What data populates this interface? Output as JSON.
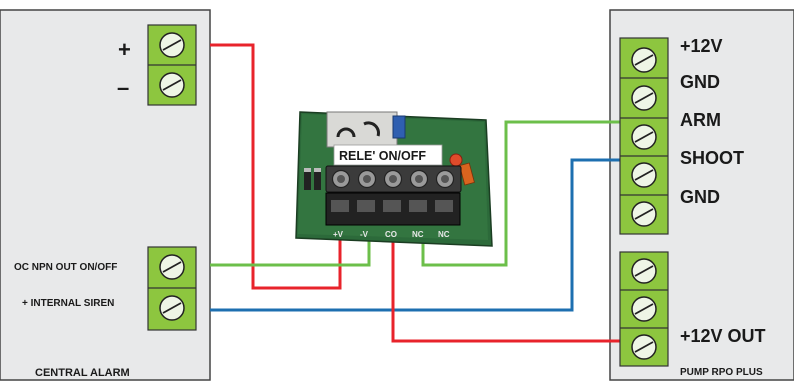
{
  "central_alarm": {
    "title": "CENTRAL ALARM",
    "terminals": [
      "+",
      "–"
    ],
    "outputs": [
      "OC NPN OUT ON/OFF",
      "+ INTERNAL SIREN"
    ]
  },
  "relay_board": {
    "title": "RELE' ON/OFF",
    "pins": [
      "+V",
      "-V",
      "CO",
      "NC",
      "NC"
    ]
  },
  "pump": {
    "title": "PUMP RPO PLUS",
    "terminals": [
      "+12V",
      "GND",
      "ARM",
      "SHOOT",
      "GND"
    ],
    "output": "+12V OUT"
  },
  "wire_colors": {
    "red": "#e8232b",
    "green": "#6cbf4a",
    "blue": "#1d6fb0"
  }
}
